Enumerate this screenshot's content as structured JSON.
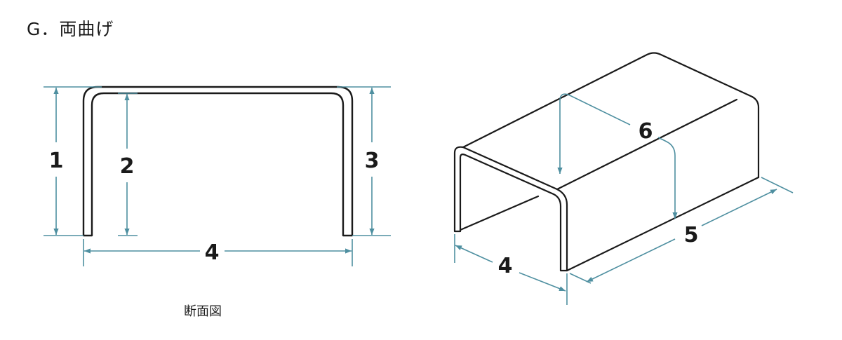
{
  "title": "G．両曲げ",
  "caption": "断面図",
  "colors": {
    "dimension": "#4e8fa0",
    "outline": "#1a1a1a",
    "background": "#ffffff"
  },
  "cross_section": {
    "labels": [
      "1",
      "2",
      "3",
      "4"
    ]
  },
  "isometric": {
    "labels": [
      "4",
      "5",
      "6"
    ]
  }
}
